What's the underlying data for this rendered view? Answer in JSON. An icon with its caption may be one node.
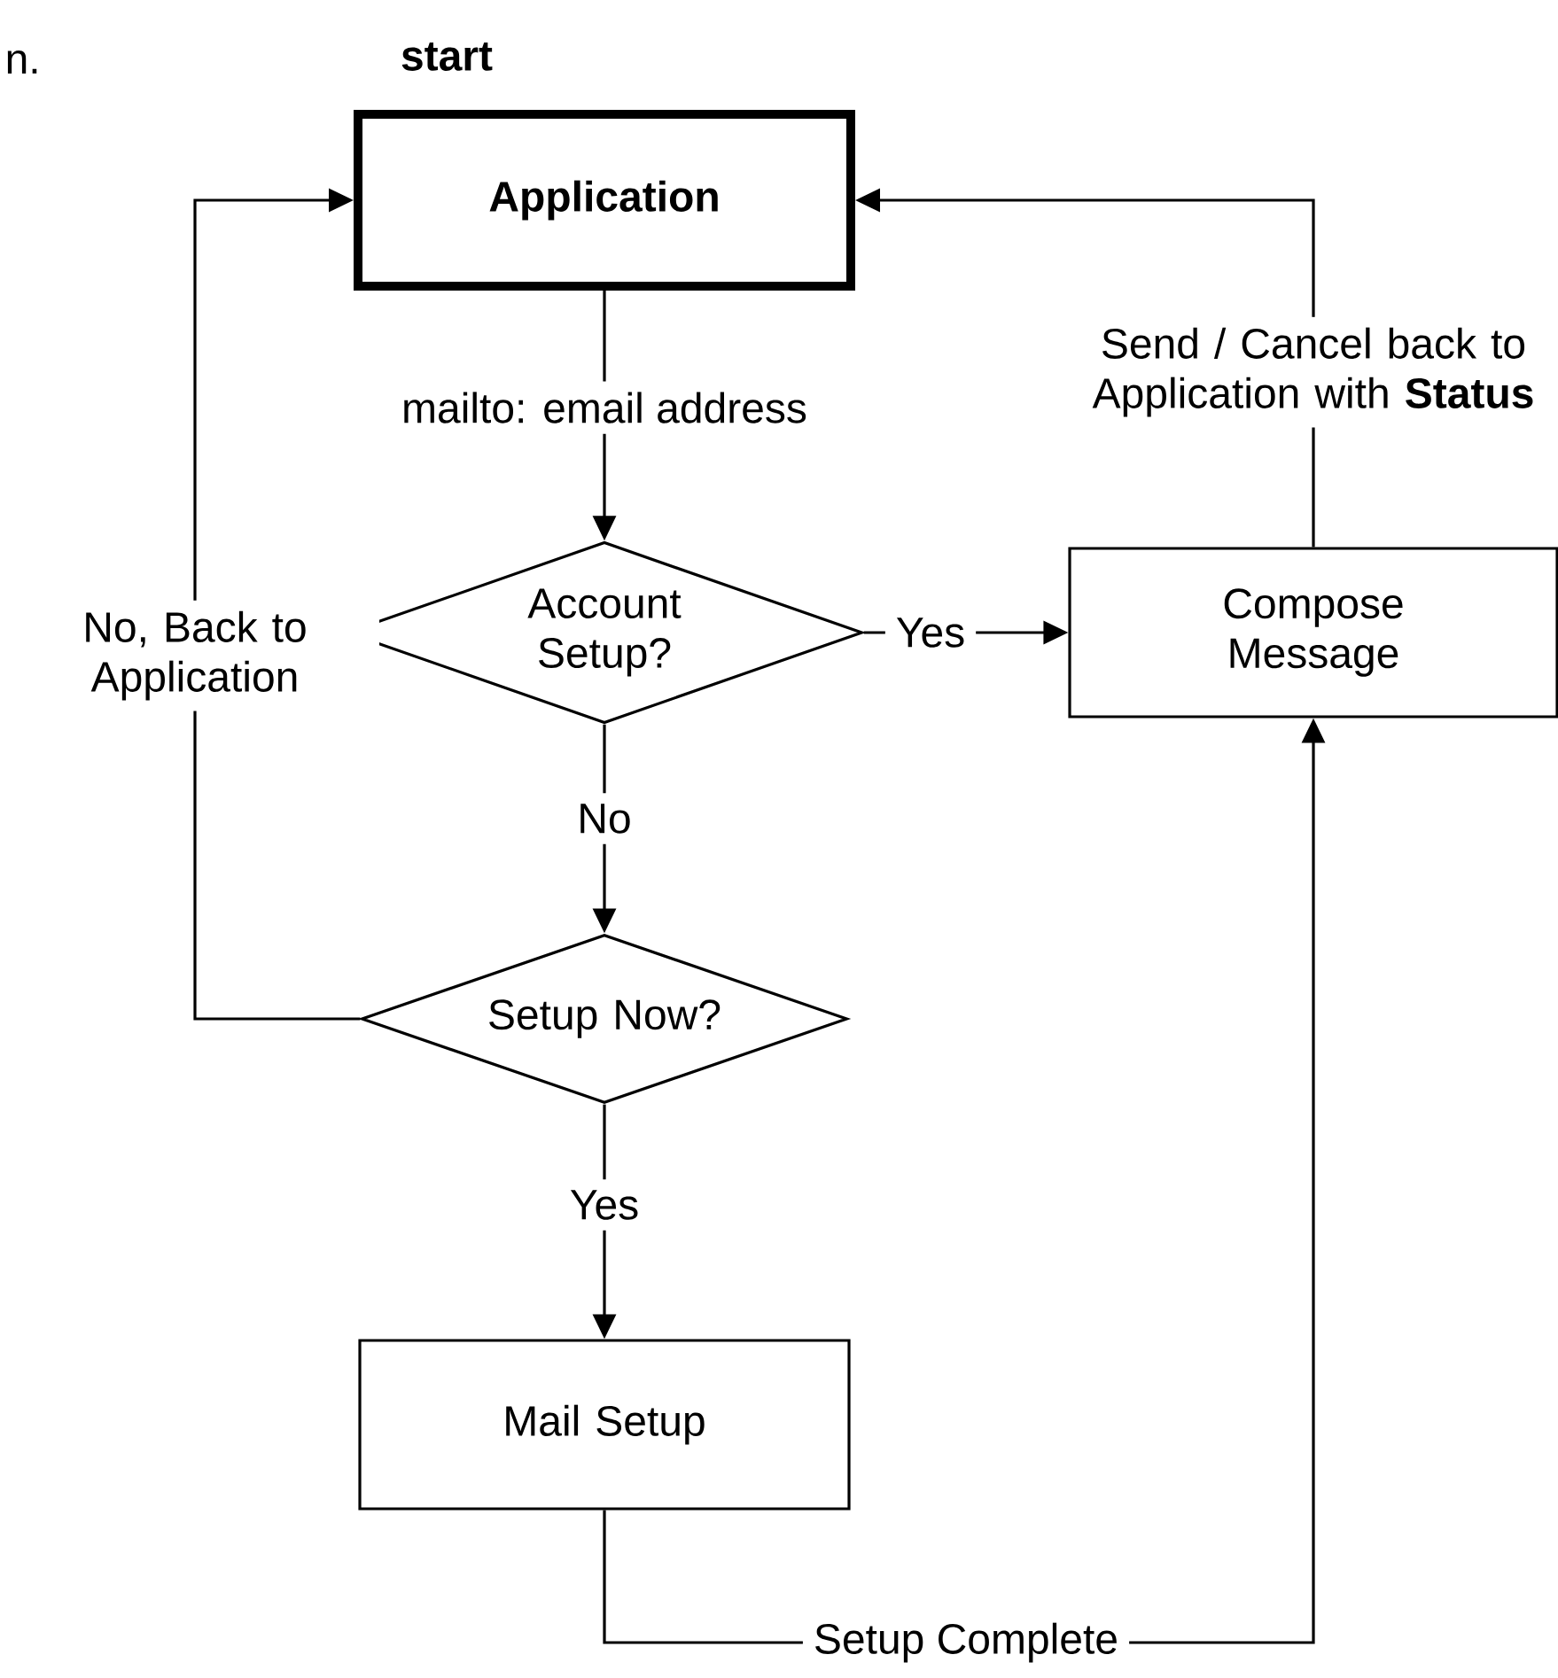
{
  "diagram": {
    "nodes": [
      {
        "text": [
          "Application"
        ],
        "beside": [
          "start"
        ]
      },
      {
        "text": [
          "Account Setup?"
        ]
      },
      {
        "text": [
          "Compose Message"
        ]
      },
      {
        "text": [
          "Setup Now?"
        ]
      },
      {
        "text": [
          "Mail Setup"
        ]
      }
    ],
    "edges": [
      {
        "from": 0,
        "to": 1,
        "arrow": "to",
        "label": "mailto: email address"
      },
      {
        "from": 1,
        "to": 2,
        "arrow": "to",
        "label": "Yes"
      },
      {
        "from": 1,
        "to": 3,
        "arrow": "to",
        "label": "No"
      },
      {
        "from": 3,
        "to": 0,
        "arrow": "to",
        "label": "No, Back to Application"
      },
      {
        "from": 3,
        "to": 4,
        "arrow": "to",
        "label": "Yes"
      },
      {
        "from": 4,
        "to": 2,
        "arrow": "to",
        "label": "Setup Complete"
      },
      {
        "from": 2,
        "to": 0,
        "arrow": "to",
        "label": "Send / Cancel back to Application with **Status**"
      }
    ],
    "labels": [
      "n."
    ]
  }
}
